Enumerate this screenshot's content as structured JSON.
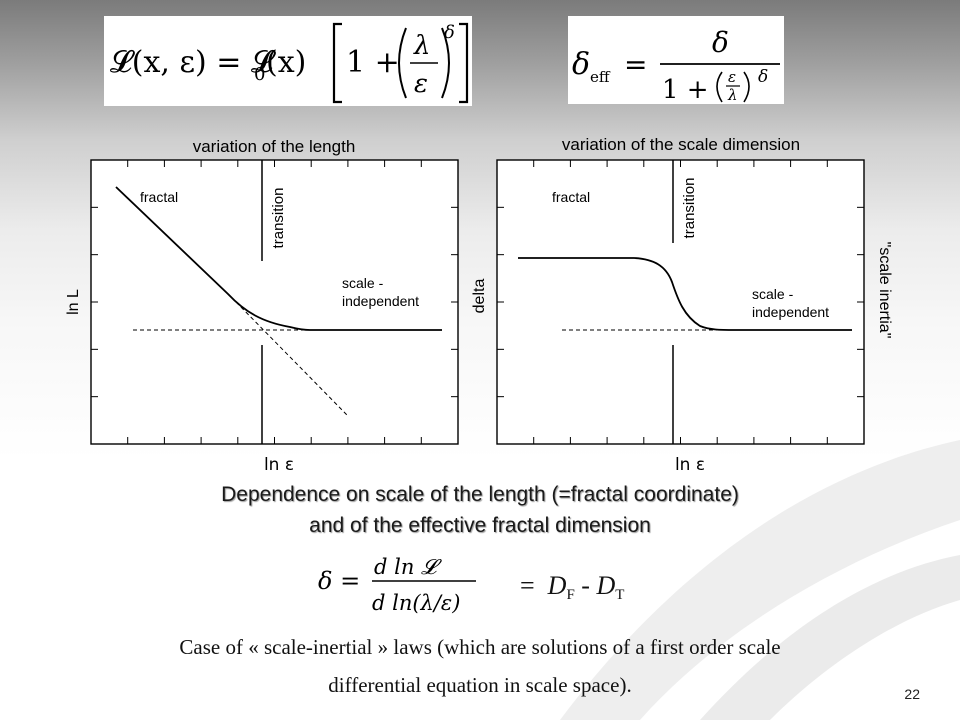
{
  "formulas": {
    "length_law": {
      "lhs": "𝓛(x, ε) = 𝓛",
      "sub0": "0",
      "mid": "(x)",
      "one_plus": "1 +",
      "lambda": "λ",
      "eps": "ε",
      "delta": "δ"
    },
    "delta_eff": {
      "delta": "δ",
      "sub_eff": "eff",
      "equals": "=",
      "numerator": "δ",
      "denominator_prefix": "1 +",
      "eps": "ε",
      "lambda": "λ",
      "exponent": "δ"
    },
    "delta_derivative": {
      "lhs": "δ =",
      "numerator": "d ln 𝓛",
      "denominator": "d ln(λ/ε)"
    }
  },
  "left_plot": {
    "title": "variation of the length",
    "ylabel": "ln L",
    "xlabel": "ln ε",
    "label_fractal": "fractal",
    "label_transition": "transition",
    "label_scale_1": "scale -",
    "label_scale_2": "independent"
  },
  "right_plot": {
    "title": "variation of the scale dimension",
    "ylabel": "delta",
    "xlabel": "ln ε",
    "label_fractal": "fractal",
    "label_transition": "transition",
    "label_scale_1": "scale -",
    "label_scale_2": "independent",
    "side_label": "\"scale inertia\""
  },
  "caption": {
    "line1": "Dependence on scale of the length (=fractal coordinate)",
    "line2": "and of the effective fractal dimension"
  },
  "rhs": {
    "equals": "=",
    "D1": "D",
    "sub1": "F",
    "minus": "-",
    "D2": "D",
    "sub2": "T"
  },
  "body": {
    "line1": "Case of « scale-inertial » laws (which are solutions of a first order scale",
    "line2": "differential equation in scale space)."
  },
  "page_number": "22"
}
